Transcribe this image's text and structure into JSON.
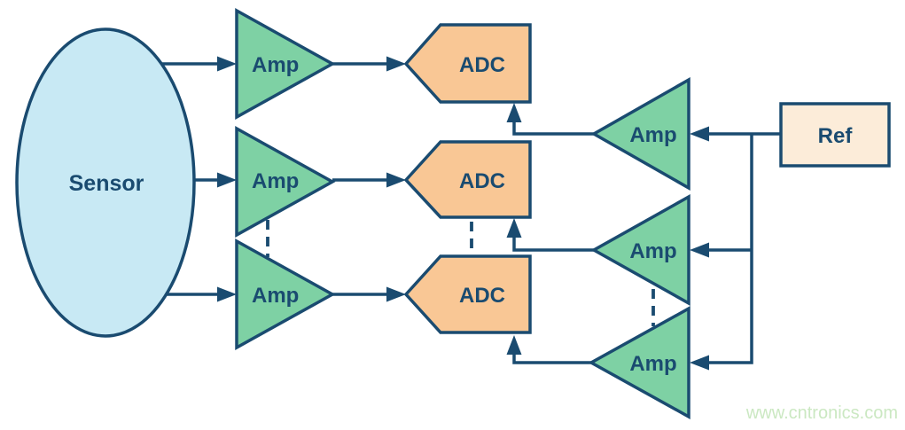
{
  "diagram": {
    "sensor": {
      "label": "Sensor"
    },
    "channel_amps": [
      {
        "label": "Amp"
      },
      {
        "label": "Amp"
      },
      {
        "label": "Amp"
      }
    ],
    "adcs": [
      {
        "label": "ADC"
      },
      {
        "label": "ADC"
      },
      {
        "label": "ADC"
      }
    ],
    "reference_amps": [
      {
        "label": "Amp"
      },
      {
        "label": "Amp"
      },
      {
        "label": "Amp"
      }
    ],
    "reference": {
      "label": "Ref"
    }
  },
  "colors": {
    "outline": "#1a4b70",
    "amp_fill": "#7ed1a4",
    "adc_fill": "#f9c795",
    "sensor_fill": "#c8e9f4",
    "ref_fill": "#fcecd9",
    "watermark": "#cbe8c2",
    "background": "#ffffff"
  },
  "watermark": {
    "text": "www.cntronics.com"
  }
}
